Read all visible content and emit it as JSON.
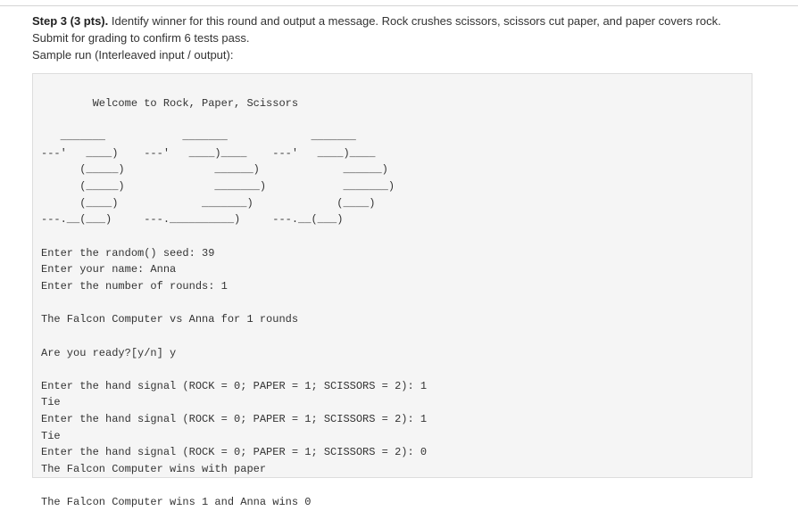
{
  "instructions": {
    "step_label": "Step 3 (3 pts).",
    "step_text": " Identify winner for this round and output a message. Rock crushes scissors, scissors cut paper, and paper covers rock.",
    "line2": "Submit for grading to confirm 6 tests pass.",
    "line3": "Sample run (Interleaved input / output):"
  },
  "sample_run": {
    "output": "\n        Welcome to Rock, Paper, Scissors\n\n   _______            _______             _______\n---'   ____)    ---'   ____)____    ---'   ____)____\n      (_____)              ______)             ______)\n      (_____)              _______)            _______)\n      (____)             _______)             (____)\n---.__(___)     ---.__________)     ---.__(___)\n\nEnter the random() seed: 39\nEnter your name: Anna\nEnter the number of rounds: 1\n\nThe Falcon Computer vs Anna for 1 rounds\n\nAre you ready?[y/n] y\n\nEnter the hand signal (ROCK = 0; PAPER = 1; SCISSORS = 2): 1\nTie\nEnter the hand signal (ROCK = 0; PAPER = 1; SCISSORS = 2): 1\nTie\nEnter the hand signal (ROCK = 0; PAPER = 1; SCISSORS = 2): 0\nThe Falcon Computer wins with paper\n\nThe Falcon Computer wins 1 and Anna wins 0"
  }
}
